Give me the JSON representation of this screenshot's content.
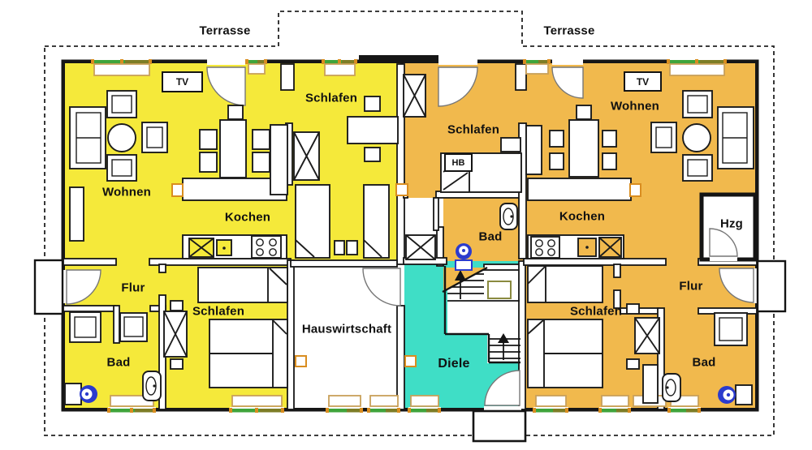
{
  "title": "Apartment floor plan",
  "labels": {
    "terrasse_left": "Terrasse",
    "terrasse_right": "Terrasse",
    "tv_left": "TV",
    "tv_right": "TV",
    "schlafen_top_left": "Schlafen",
    "schlafen_top_right": "Schlafen",
    "wohnen_left": "Wohnen",
    "wohnen_right": "Wohnen",
    "kochen_left": "Kochen",
    "kochen_right": "Kochen",
    "hb": "HB",
    "bad_top": "Bad",
    "hzg": "Hzg",
    "flur_left": "Flur",
    "flur_right": "Flur",
    "schlafen_bottom_left": "Schlafen",
    "schlafen_bottom_right": "Schlafen",
    "bad_bottom_left": "Bad",
    "bad_bottom_right": "Bad",
    "hauswirtschaft": "Hauswirtschaft",
    "diele": "Diele"
  },
  "colors": {
    "apartment_left": "#f5e93a",
    "apartment_right": "#f1b94d",
    "hallway": "#3fdec6",
    "window_green": "#3fa43b",
    "window_green_dark": "#7d7d26",
    "window_frame": "#d98d20",
    "sill": "#c9a05a",
    "wall": "#161616",
    "fixture_blue": "#2b3bcd"
  }
}
